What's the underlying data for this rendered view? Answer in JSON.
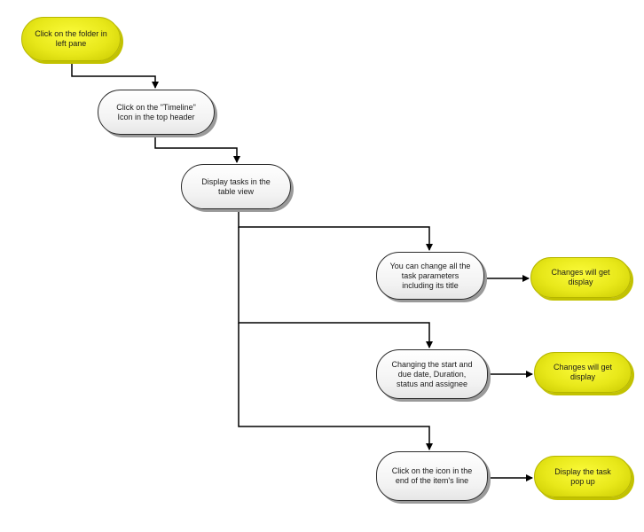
{
  "diagram": {
    "nodes": {
      "start": "Click on the folder in left pane",
      "timeline": "Click on the \"Timeline\" Icon in the top header",
      "table_view": "Display tasks in the table view",
      "change_params": "You can change all the task parameters including its title",
      "result_1": "Changes will get display",
      "change_dates": "Changing the start and due date, Duration, status and assignee",
      "result_2": "Changes will get display",
      "click_icon": "Click on the icon in the end of the item's line",
      "result_3": "Display the task pop up"
    },
    "colors": {
      "action_fill": "#f2f2f2",
      "terminal_fill": "#e8e81a",
      "border": "#2b2b2b",
      "connector": "#000000"
    }
  }
}
